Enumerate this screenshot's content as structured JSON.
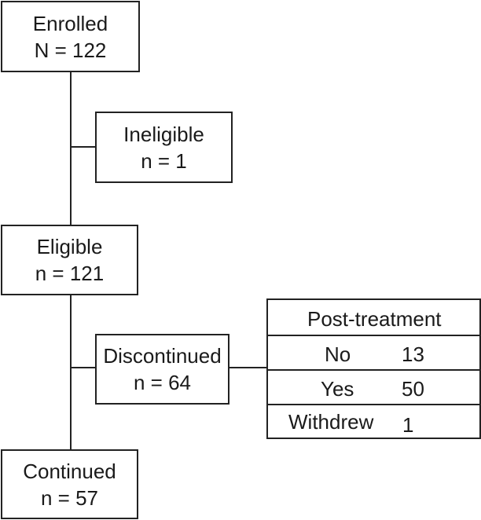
{
  "nodes": {
    "enrolled": {
      "label": "Enrolled",
      "count": "N = 122"
    },
    "ineligible": {
      "label": "Ineligible",
      "count": "n = 1"
    },
    "eligible": {
      "label": "Eligible",
      "count": "n = 121"
    },
    "discontinued": {
      "label": "Discontinued",
      "count": "n = 64"
    },
    "continued": {
      "label": "Continued",
      "count": "n = 57"
    }
  },
  "post_treatment": {
    "title": "Post-treatment",
    "rows": [
      {
        "label": "No",
        "value": "13"
      },
      {
        "label": "Yes",
        "value": "50"
      },
      {
        "label": "Withdrew",
        "value": "1"
      }
    ]
  }
}
